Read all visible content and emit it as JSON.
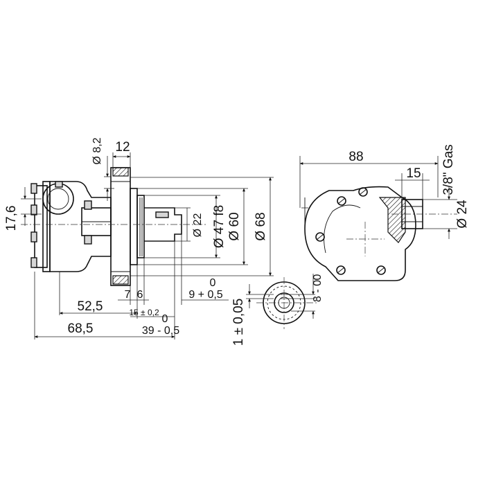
{
  "dimensions": {
    "d_8_2": "Ø 8,2",
    "w_12": "12",
    "h_17_6": "17,6",
    "d_22": "Ø 22",
    "d_47_f8": "Ø 47 f8",
    "d_60": "Ø 60",
    "d_68": "Ø 68",
    "w_7": "7",
    "w_6": "6",
    "tol_9_top": "0",
    "tol_9": "9 + 0,5",
    "l_52_5": "52,5",
    "l_15_tol": "15 ± 0,2",
    "tol_39_top": "0",
    "l_39": "39 - 0,5",
    "l_68_5": "68,5",
    "tol_1": "1 ± 0,05",
    "tol_8_top": "0",
    "tol_8": "8 - 0",
    "l_88": "88",
    "l_15": "15",
    "port": "3/8\" Gas",
    "d_24": "Ø 24"
  }
}
